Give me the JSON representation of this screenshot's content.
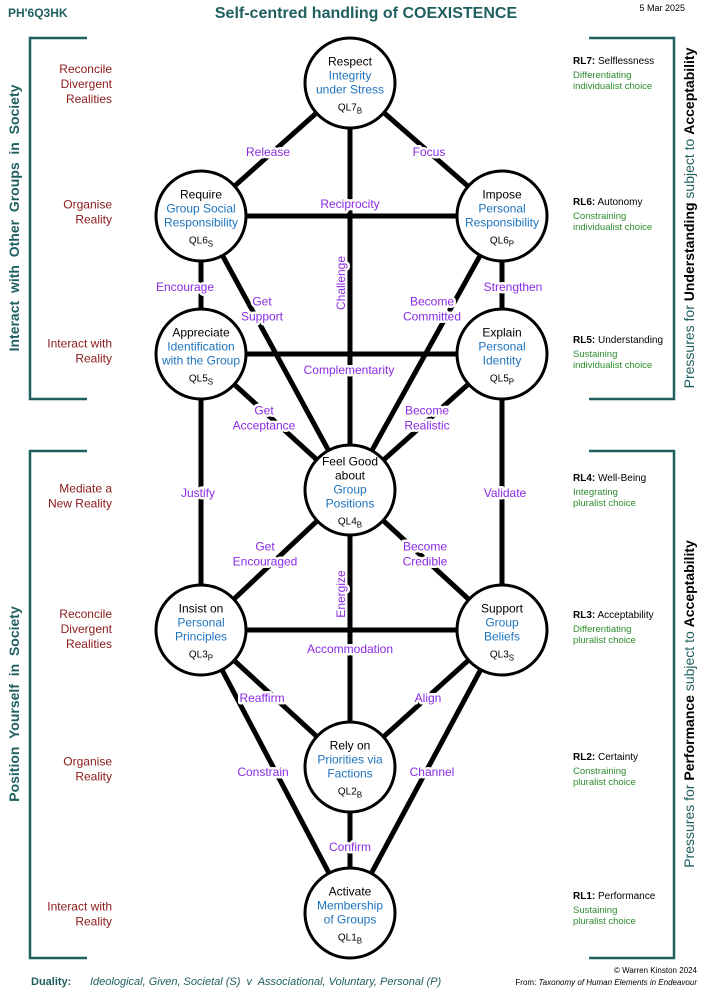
{
  "header": {
    "code": "PH'6Q3HK",
    "title": "Self-centred handling of COEXISTENCE",
    "date": "5 Mar 2025"
  },
  "left_brackets": {
    "top": "Interact  with  Other  Groups  in  Society",
    "bottom": "Position  Yourself  in  Society"
  },
  "right_brackets": {
    "top": [
      "Pressures for ",
      "Understanding",
      " subject to ",
      "Acceptability"
    ],
    "bottom": [
      "Pressures for ",
      "Performance",
      " subject to ",
      "Acceptability"
    ]
  },
  "left_labels": [
    [
      "Reconcile",
      "Divergent",
      "Realities"
    ],
    [
      "Organise",
      "Reality"
    ],
    [
      "Interact with",
      "Reality"
    ],
    [
      "Mediate a",
      "New Reality"
    ],
    [
      "Reconcile",
      "Divergent",
      "Realities"
    ],
    [
      "Organise",
      "Reality"
    ],
    [
      "Interact with",
      "Reality"
    ]
  ],
  "right_labels": [
    {
      "code": "RL7:",
      "name": "Selflessness",
      "sub": [
        "Differentiating",
        "individualist choice"
      ]
    },
    {
      "code": "RL6:",
      "name": "Autonomy",
      "sub": [
        "Constraining",
        "individualist choice"
      ]
    },
    {
      "code": "RL5:",
      "name": "Understanding",
      "sub": [
        "Sustaining",
        "individualist choice"
      ]
    },
    {
      "code": "RL4:",
      "name": "Well-Being",
      "sub": [
        "Integrating",
        "pluralist choice"
      ]
    },
    {
      "code": "RL3:",
      "name": "Acceptability",
      "sub": [
        "Differentiating",
        "pluralist choice"
      ]
    },
    {
      "code": "RL2:",
      "name": "Certainty",
      "sub": [
        "Constraining",
        "pluralist choice"
      ]
    },
    {
      "code": "RL1:",
      "name": "Performance",
      "sub": [
        "Sustaining",
        "pluralist choice"
      ]
    }
  ],
  "nodes": {
    "ql7": {
      "title": [
        "Respect"
      ],
      "sub": [
        "Integrity",
        "under Stress"
      ],
      "code": "QL7",
      "suffix": "B"
    },
    "ql6s": {
      "title": [
        "Require"
      ],
      "sub": [
        "Group Social",
        "Responsibility"
      ],
      "code": "QL6",
      "suffix": "S"
    },
    "ql6p": {
      "title": [
        "Impose"
      ],
      "sub": [
        "Personal",
        "Responsibility"
      ],
      "code": "QL6",
      "suffix": "P"
    },
    "ql5s": {
      "title": [
        "Appreciate"
      ],
      "sub": [
        "Identification",
        "with the Group"
      ],
      "code": "QL5",
      "suffix": "S"
    },
    "ql5p": {
      "title": [
        "Explain"
      ],
      "sub": [
        "Personal",
        "Identity"
      ],
      "code": "QL5",
      "suffix": "P"
    },
    "ql4": {
      "title": [
        "Feel Good",
        "about"
      ],
      "sub": [
        "Group",
        "Positions"
      ],
      "code": "QL4",
      "suffix": "B"
    },
    "ql3p": {
      "title": [
        "Insist on"
      ],
      "sub": [
        "Personal",
        "Principles"
      ],
      "code": "QL3",
      "suffix": "P"
    },
    "ql3s": {
      "title": [
        "Support"
      ],
      "sub": [
        "Group",
        "Beliefs"
      ],
      "code": "QL3",
      "suffix": "S"
    },
    "ql2": {
      "title": [
        "Rely on"
      ],
      "sub": [
        "Priorities via",
        "Factions"
      ],
      "code": "QL2",
      "suffix": "B"
    },
    "ql1": {
      "title": [
        "Activate"
      ],
      "sub": [
        "Membership",
        "of Groups"
      ],
      "code": "QL1",
      "suffix": "B"
    }
  },
  "edge_labels": {
    "release": [
      "Release"
    ],
    "focus": [
      "Focus"
    ],
    "reciprocity": [
      "Reciprocity"
    ],
    "encourage": [
      "Encourage"
    ],
    "strengthen": [
      "Strengthen"
    ],
    "get_support": [
      "Get",
      "Support"
    ],
    "challenge": [
      "Challenge"
    ],
    "become_committed": [
      "Become",
      "Committed"
    ],
    "complementarity": [
      "Complementarity"
    ],
    "get_acceptance": [
      "Get",
      "Acceptance"
    ],
    "become_realistic": [
      "Become",
      "Realistic"
    ],
    "justify": [
      "Justify"
    ],
    "validate": [
      "Validate"
    ],
    "get_encouraged": [
      "Get",
      "Encouraged"
    ],
    "become_credible": [
      "Become",
      "Credible"
    ],
    "energize": [
      "Energize"
    ],
    "accommodation": [
      "Accommodation"
    ],
    "reaffirm": [
      "Reaffirm"
    ],
    "align": [
      "Align"
    ],
    "constrain": [
      "Constrain"
    ],
    "channel": [
      "Channel"
    ],
    "confirm": [
      "Confirm"
    ]
  },
  "footer": {
    "duality_label": "Duality:",
    "duality_text": "Ideological, Given, Societal (S)  v  Associational, Voluntary, Personal (P)",
    "copyright": "© Warren Kinston  2024",
    "from_label": "From: ",
    "from_title": "Taxonomy of Human Elements in Endeavour"
  },
  "colors": {
    "teal": "#1f5f5f",
    "maroon": "#8b1a1a",
    "green": "#2e8b2e",
    "blue": "#1e73be",
    "purple": "#8a2be2",
    "black": "#000000"
  }
}
